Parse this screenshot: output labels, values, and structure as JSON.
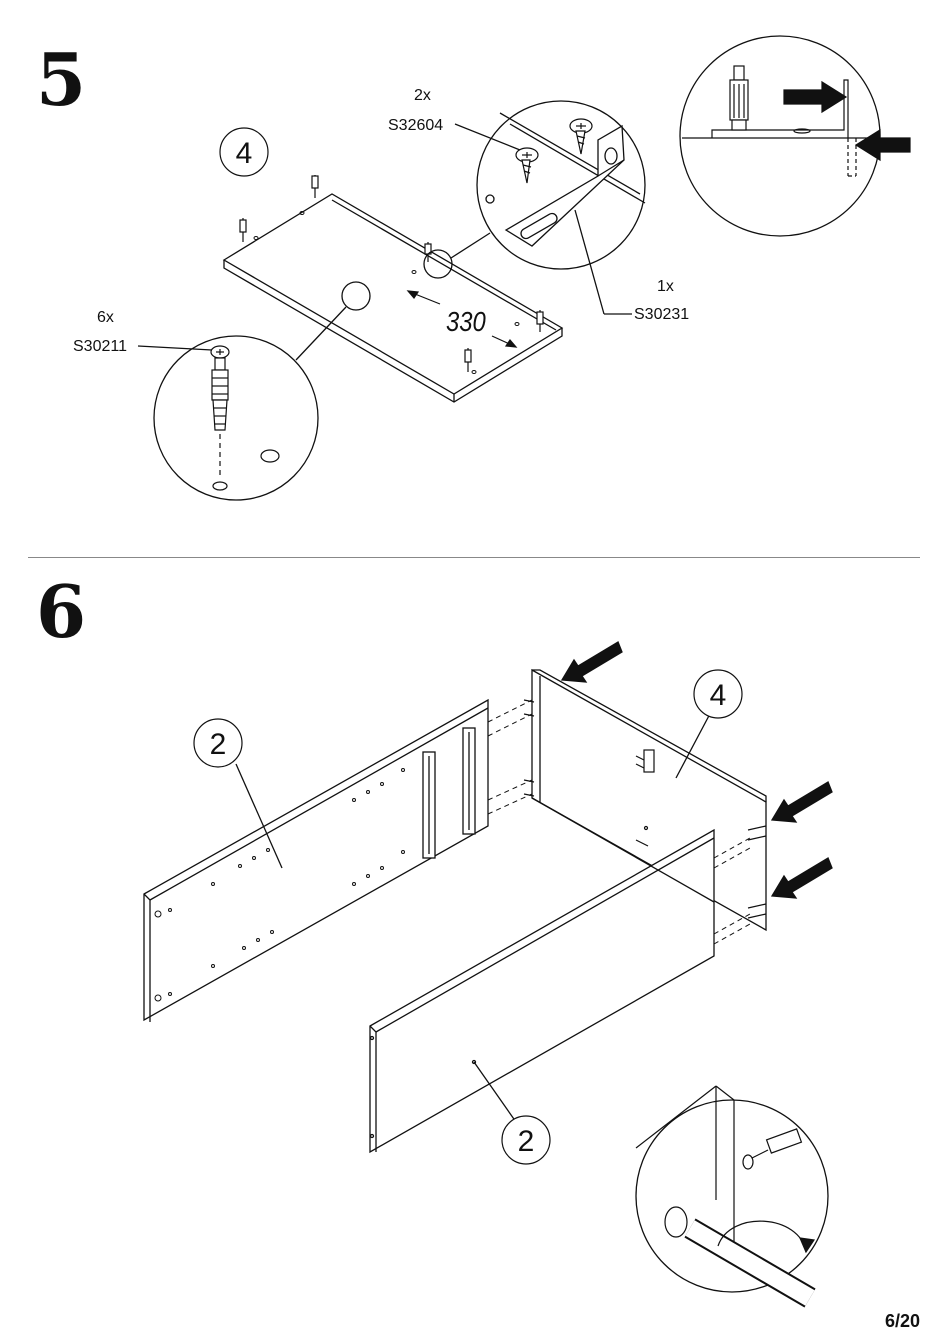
{
  "steps": [
    {
      "number": "5",
      "part_callout": "4",
      "dimension": "330",
      "hardware": [
        {
          "qty": "2x",
          "code": "S32604"
        },
        {
          "qty": "1x",
          "code": "S30231"
        },
        {
          "qty": "6x",
          "code": "S30211"
        }
      ]
    },
    {
      "number": "6",
      "part_callouts": [
        "4",
        "2",
        "2"
      ]
    }
  ],
  "footer": {
    "page": "6/20"
  }
}
